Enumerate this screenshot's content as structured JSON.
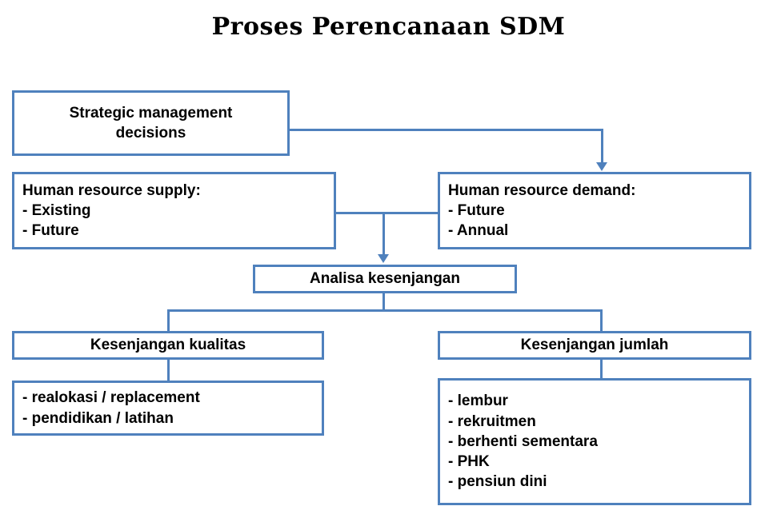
{
  "page": {
    "title": "Proses Perencanaan SDM",
    "accent_color": "#4f81bd",
    "background_color": "#ffffff",
    "text_color": "#000000"
  },
  "nodes": {
    "strategic": {
      "line1": "Strategic management",
      "line2": "decisions"
    },
    "supply": {
      "heading": "Human resource supply:",
      "item1": "-  Existing",
      "item2": "-  Future"
    },
    "demand": {
      "heading": "Human resource demand:",
      "item1": "-  Future",
      "item2": "-  Annual"
    },
    "analisa": {
      "label": "Analisa kesenjangan"
    },
    "gap_quality": {
      "label": "Kesenjangan kualitas"
    },
    "gap_quantity": {
      "label": "Kesenjangan jumlah"
    },
    "quality_actions": {
      "item1": "- realokasi / replacement",
      "item2": "- pendidikan / latihan"
    },
    "quantity_actions": {
      "item1": "- lembur",
      "item2": "- rekruitmen",
      "item3": "- berhenti sementara",
      "item4": "- PHK",
      "item5": "- pensiun dini"
    }
  }
}
